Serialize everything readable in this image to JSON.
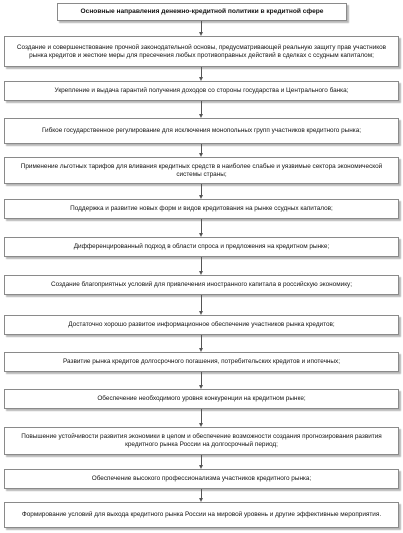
{
  "title": "Основные направления денежно-кредитной политики в кредитной сфере",
  "items": [
    "Создание и совершенствование прочной законодательной основы, предусматривающей реальную защиту прав участников рынка кредитов и жесткие меры для пресечения любых противоправных действий в сделках с ссудным капиталом;",
    "Укрепление и выдача гарантий получения доходов со стороны государства и Центрального банка;",
    "Гибкое государственное регулирование для исключения монопольных групп участников кредитного рынка;",
    "Применение льготных тарифов для вливания кредитных средств в наиболее слабые и уязвимые сектора экономической системы страны;",
    "Поддержка и развитие новых форм и видов кредитования на рынке ссудных капиталов;",
    "Дифференцированный подход в области спроса и предложения на кредитном рынке;",
    "Создание благоприятных условий для привлечения иностранного капитала в российскую экономику;",
    "Достаточно хорошо развитое информационное обеспечение участников рынка кредитов;",
    "Развитие рынка кредитов долгосрочного погашения, потребительских кредитов и ипотечных;",
    "Обеспечение необходимого уровня конкуренции на кредитном рынке;",
    "Повышение устойчивости развития экономики в целом и обеспечение возможности создания прогнозирования развития кредитного рынка России на долгосрочный период;",
    "Обеспечение высокого профессионализма участников кредитного рынка;",
    "Формирование условий для выхода кредитного рынка России на мировой уровень и другие эффективные мероприятия."
  ]
}
